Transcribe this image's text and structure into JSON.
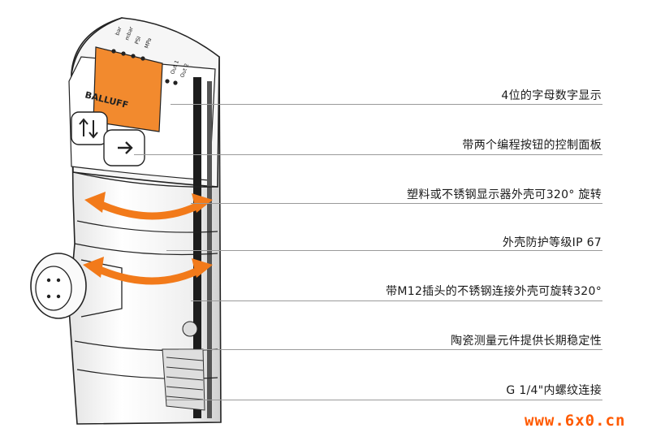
{
  "display": {
    "units": [
      "bar",
      "mbar",
      "PSI",
      "MPa"
    ],
    "outputs": [
      "Out 1",
      "Out 2"
    ]
  },
  "brand": "BALLUFF",
  "callouts": [
    "4位的字母数字显示",
    "带两个编程按钮的控制面板",
    "塑料或不锈钢显示器外壳可320° 旋转",
    "外壳防护等级IP 67",
    "带M12插头的不锈钢连接外壳可旋转320°",
    "陶瓷测量元件提供长期稳定性",
    "G 1/4\"内螺纹连接"
  ],
  "watermark": "www.6x0.cn",
  "colors": {
    "accent": "#f27a1a",
    "display": "#f28a2e",
    "line": "#9a9a9a"
  },
  "icons": {
    "button1": "up-down-arrows-icon",
    "button2": "right-arrow-icon"
  }
}
